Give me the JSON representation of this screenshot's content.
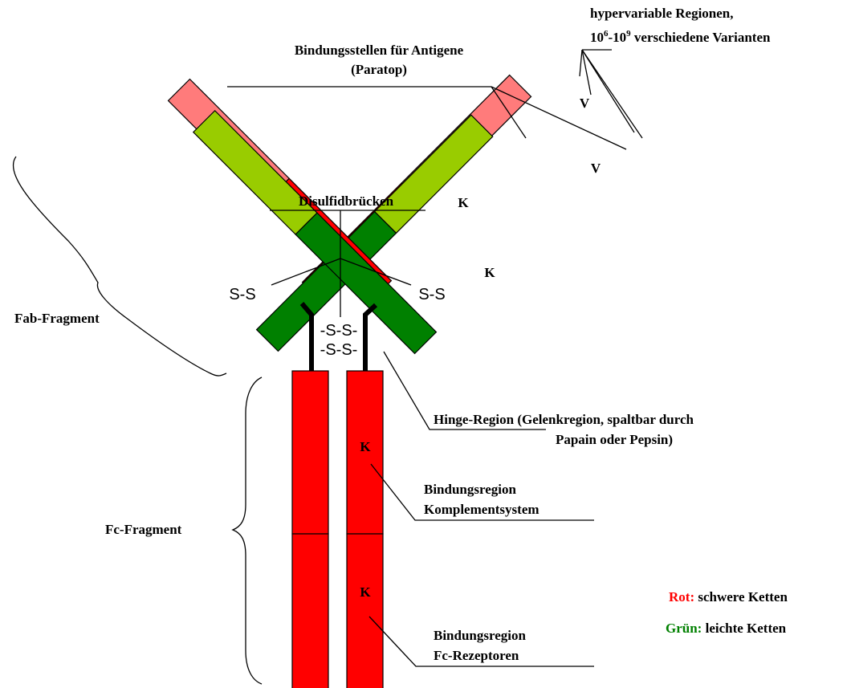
{
  "colors": {
    "heavy_dark": "#ff0000",
    "heavy_light": "#ff7b7b",
    "light_dark": "#008000",
    "light_light": "#99cc00",
    "legend_red": "#ff0000",
    "legend_green": "#008000"
  },
  "labels": {
    "hypervariable_line1": "hypervariable Regionen,",
    "hypervariable_line2_prefix": "10",
    "hypervariable_exp1": "6",
    "hypervariable_mid": "-10",
    "hypervariable_exp2": "9",
    "hypervariable_suffix": " verschiedene Varianten",
    "paratop_line1": "Bindungsstellen für Antigene",
    "paratop_line2": "(Paratop)",
    "disulfid": "Disulfidbrücken",
    "fab": "Fab-Fragment",
    "fc": "Fc-Fragment",
    "hinge_line1": "Hinge-Region (Gelenkregion, spaltbar durch",
    "hinge_line2": "Papain oder Pepsin)",
    "komplement_line1": "Bindungsregion",
    "komplement_line2": "Komplementsystem",
    "fcrez_line1": "Bindungsregion",
    "fcrez_line2": "Fc-Rezeptoren"
  },
  "segments": {
    "variable": "V",
    "constant": "K",
    "disulfide_bond": "S-S",
    "hinge_bond": "-S-S-"
  },
  "legend": {
    "red_key": "Rot:",
    "red_value": " schwere Ketten",
    "green_key": "Grün:",
    "green_value": " leichte Ketten"
  }
}
